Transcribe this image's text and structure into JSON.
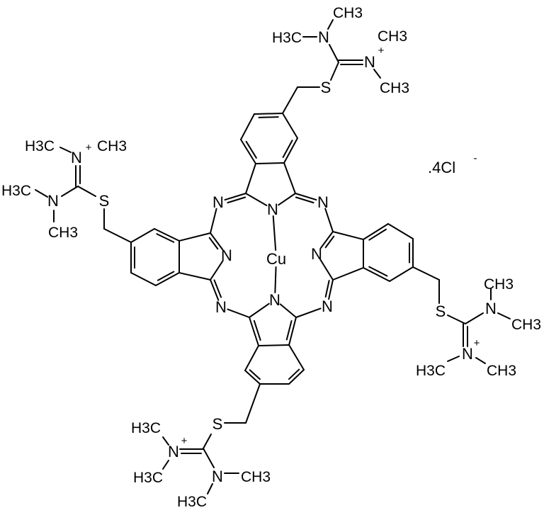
{
  "core": {
    "metal": "Cu",
    "pyrrole_n": [
      "N",
      "N",
      "N",
      "N"
    ],
    "meso_n": [
      "N",
      "N",
      "N",
      "N"
    ]
  },
  "substituents": [
    {
      "position": "top",
      "s": "S",
      "n_amine": "N",
      "n_iminium": "N",
      "charge": "+",
      "methyls": [
        "CH3",
        "H3C",
        "CH3",
        "CH3"
      ]
    },
    {
      "position": "left",
      "s": "S",
      "n_amine": "N",
      "n_iminium": "N",
      "charge": "+",
      "methyls": [
        "H3C",
        "CH3",
        "H3C",
        "CH3"
      ]
    },
    {
      "position": "right",
      "s": "S",
      "n_amine": "N",
      "n_iminium": "N",
      "charge": "+",
      "methyls": [
        "CH3",
        "CH3",
        "H3C",
        "CH3"
      ]
    },
    {
      "position": "bottom",
      "s": "S",
      "n_amine": "N",
      "n_iminium": "N",
      "charge": "+",
      "methyls": [
        "H3C",
        "H3C",
        "CH3",
        "H3C"
      ]
    }
  ],
  "counterion": {
    "text": ".4Cl",
    "charge": "-"
  },
  "colors": {
    "ink": "#000000",
    "background": "#ffffff"
  }
}
